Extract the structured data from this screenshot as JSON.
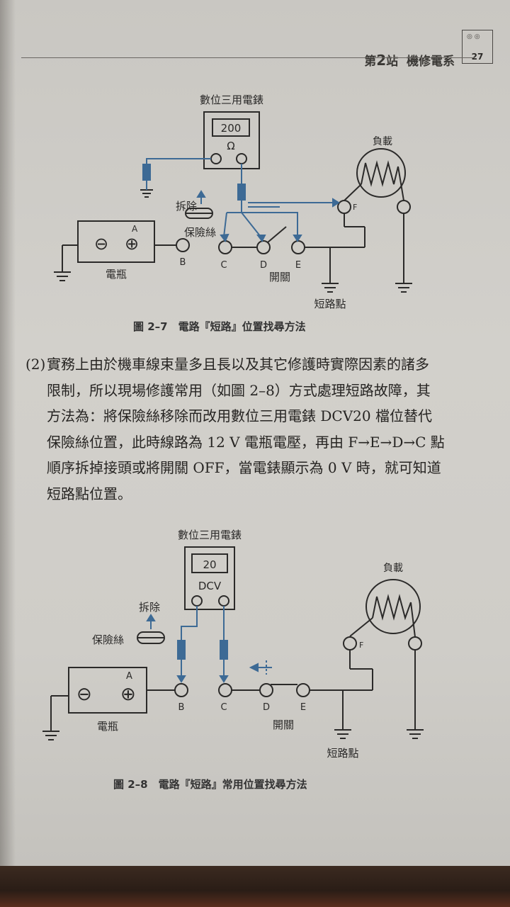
{
  "header": {
    "chapter_prefix": "第",
    "chapter_num": "2",
    "chapter_suffix": "站",
    "chapter_title": "機修電系",
    "page_number": "27"
  },
  "figure1": {
    "meter_title": "數位三用電錶",
    "meter_display": "200",
    "meter_unit": "Ω",
    "load_label": "負載",
    "remove_label": "拆除",
    "fuse_label": "保險絲",
    "battery_label": "電瓶",
    "switch_label": "開關",
    "short_label": "短路點",
    "minus": "⊖",
    "plus": "⊕",
    "terminal_a": "A",
    "points": [
      "B",
      "C",
      "D",
      "E",
      "F"
    ],
    "caption": "圖 2–7　電路『短路』位置找尋方法"
  },
  "paragraph": {
    "number": "(2)",
    "lines": [
      "實務上由於機車線束量多且長以及其它修護時實際因素的諸多",
      "限制，所以現場修護常用（如圖 2–8）方式處理短路故障，其",
      "方法為：將保險絲移除而改用數位三用電錶 DCV20 檔位替代",
      "保險絲位置，此時線路為 12 V 電瓶電壓，再由 F→E→D→C 點",
      "順序拆掉接頭或將開關 OFF，當電錶顯示為 0 V 時，就可知道",
      "短路點位置。"
    ]
  },
  "figure2": {
    "meter_title": "數位三用電錶",
    "meter_display": "20",
    "meter_unit": "DCV",
    "load_label": "負載",
    "remove_label": "拆除",
    "fuse_label": "保險絲",
    "battery_label": "電瓶",
    "switch_label": "開關",
    "short_label": "短路點",
    "minus": "⊖",
    "plus": "⊕",
    "terminal_a": "A",
    "points": [
      "B",
      "C",
      "D",
      "E",
      "F"
    ],
    "caption": "圖 2–8　電路『短路』常用位置找尋方法"
  },
  "colors": {
    "wire": "#2b2a29",
    "probe_blue": "#3d6a95",
    "paper": "#cfcdc8"
  }
}
